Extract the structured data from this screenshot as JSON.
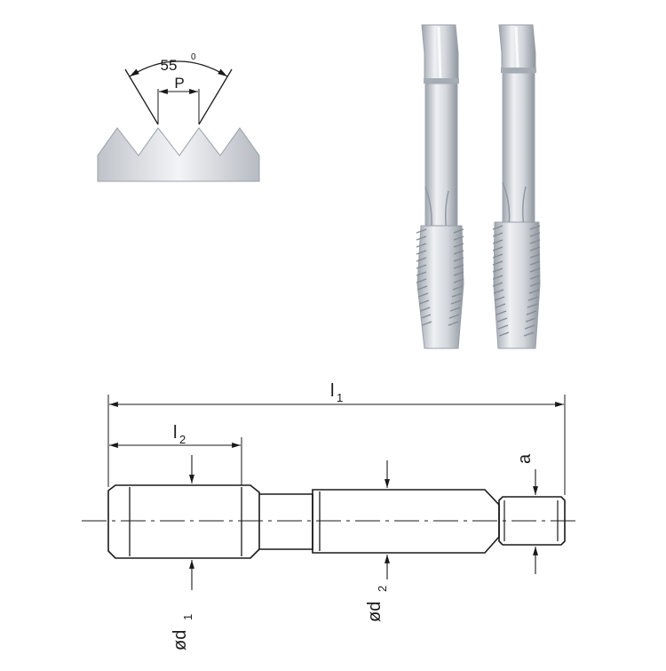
{
  "thread_profile": {
    "angle_label": "55",
    "angle_unit": "0",
    "pitch_label": "P"
  },
  "dimensions": {
    "l1": {
      "main": "l",
      "sub": "1"
    },
    "l2": {
      "main": "l",
      "sub": "2"
    },
    "a": {
      "main": "a"
    },
    "d1": {
      "main": "ød",
      "sub": "1"
    },
    "d2": {
      "main": "ød",
      "sub": "2"
    }
  },
  "colors": {
    "line": "#1a1a1a",
    "metal_light": "#e6e8ec",
    "metal_mid": "#b9bec6",
    "metal_dark": "#8c929c"
  }
}
